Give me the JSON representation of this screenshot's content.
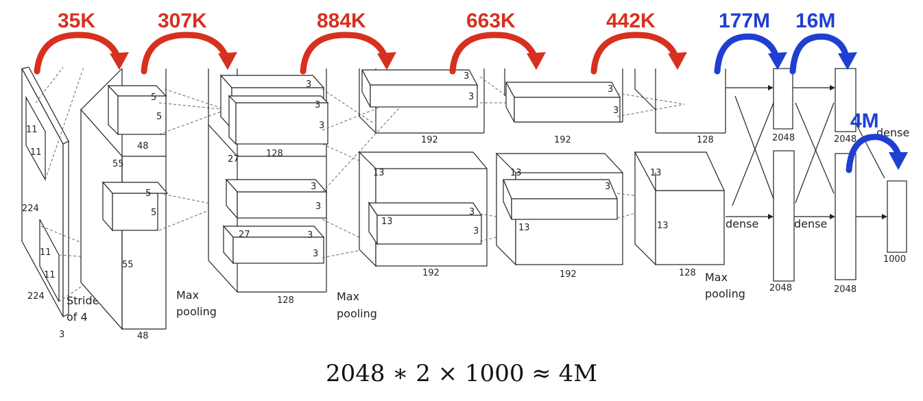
{
  "params": {
    "conv1": "35K",
    "conv2": "307K",
    "conv3": "884K",
    "conv4": "663K",
    "conv5": "442K",
    "fc6": "177M",
    "fc7": "16M",
    "fc8": "4M"
  },
  "colors": {
    "conv_params": "#d7301f",
    "fc_params": "#1f3fd2"
  },
  "labels": {
    "input_height": "224",
    "input_width": "224",
    "input_depth": "3",
    "k1_a": "11",
    "k1_b": "11",
    "k1_c": "11",
    "k1_d": "11",
    "stride": "Stride",
    "stride2": "of 4",
    "l1_size": "55",
    "l1_size2": "55",
    "l1_k_a": "5",
    "l1_k_b": "5",
    "l1_k_c": "5",
    "l1_k_d": "5",
    "l1_depth_top": "48",
    "l1_depth_bot": "48",
    "maxpool1_a": "Max",
    "maxpool1_b": "pooling",
    "l2_size": "27",
    "l2_size2": "27",
    "l2_k1": "3",
    "l2_k2": "3",
    "l2_k3": "3",
    "l2_k4": "3",
    "l2_k5": "3",
    "l2_k6": "3",
    "l2_k7": "3",
    "l2_depth_top": "128",
    "l2_depth_bot": "128",
    "maxpool2_a": "Max",
    "maxpool2_b": "pooling",
    "l3_size": "13",
    "l3_size2": "13",
    "l3_k1": "3",
    "l3_k2": "3",
    "l3_k3": "3",
    "l3_k4": "3",
    "l3_depth_top": "192",
    "l3_depth_bot": "192",
    "l4_size": "13",
    "l4_size2": "13",
    "l4_k1": "3",
    "l4_k2": "3",
    "l4_k3": "3",
    "l4_depth_top": "192",
    "l4_depth_bot": "192",
    "l5_size": "13",
    "l5_size2": "13",
    "l5_depth_top": "128",
    "l5_depth_bot": "128",
    "maxpool3_a": "Max",
    "maxpool3_b": "pooling",
    "dense1": "dense",
    "dense2": "dense",
    "dense3": "dense",
    "fc6_top": "2048",
    "fc6_bot": "2048",
    "fc7_top": "2048",
    "fc7_bot": "2048",
    "fc8": "1000"
  },
  "equation": "2048 ∗ 2 × 1000 ≈ 4M"
}
